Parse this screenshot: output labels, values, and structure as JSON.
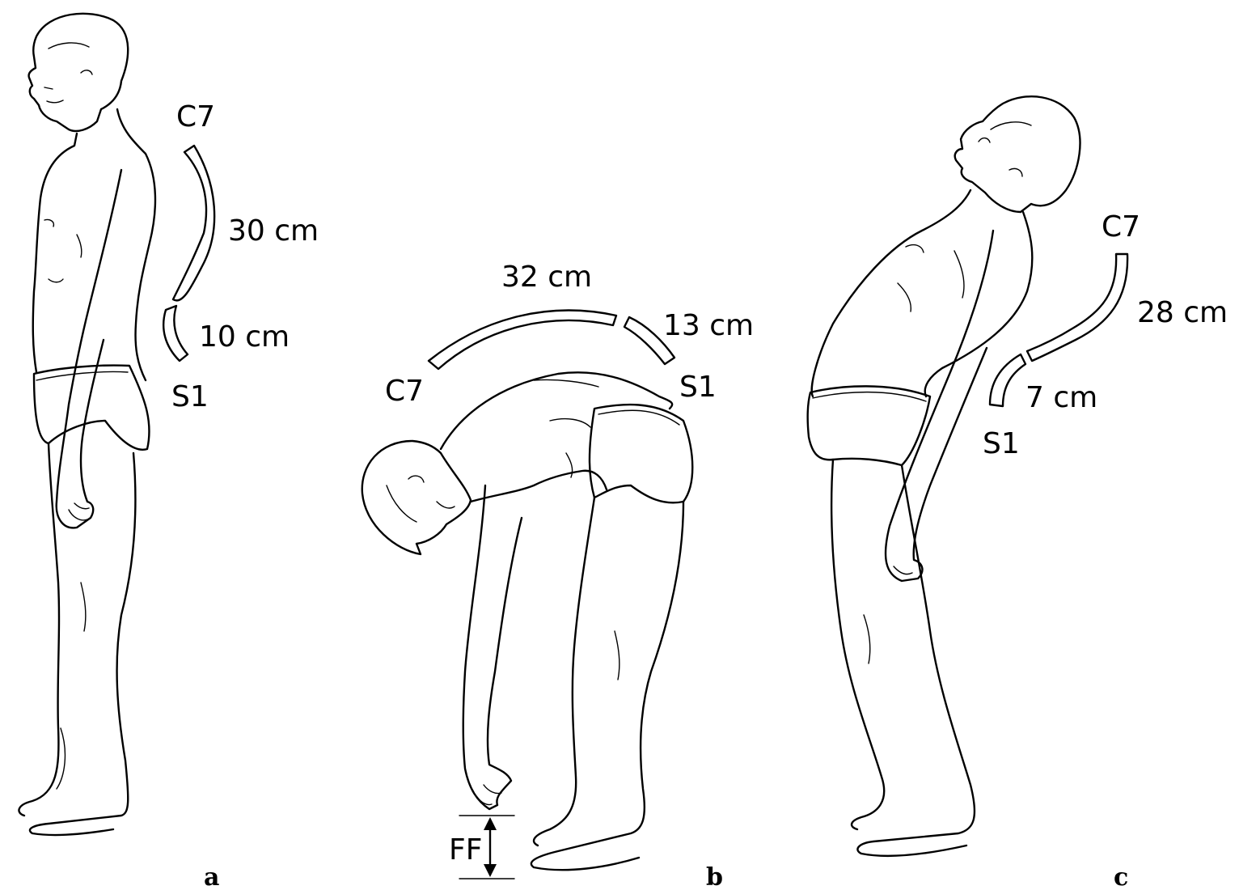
{
  "figure": {
    "panel_a": {
      "label": "a",
      "upper_marker": "C7",
      "lower_marker": "S1",
      "upper_segment_length": "30 cm",
      "lower_segment_length": "10 cm"
    },
    "panel_b": {
      "label": "b",
      "upper_marker": "C7",
      "lower_marker": "S1",
      "upper_segment_length": "32 cm",
      "lower_segment_length": "13 cm",
      "floor_distance_label": "FF"
    },
    "panel_c": {
      "label": "c",
      "upper_marker": "C7",
      "lower_marker": "S1",
      "upper_segment_length": "28 cm",
      "lower_segment_length": "7 cm"
    }
  },
  "colors": {
    "ink": "#000000",
    "background": "#ffffff"
  }
}
